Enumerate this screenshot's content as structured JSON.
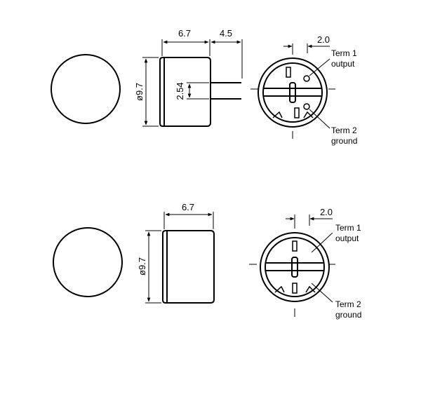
{
  "variant_with_pins": {
    "dim_body_length": "6.7",
    "dim_pin_length": "4.5",
    "dim_diameter": "ø9.7",
    "dim_pin_spacing": "2.54",
    "dim_terminal_offset": "2.0",
    "term1_label": "Term 1",
    "term1_sub": "output",
    "term2_label": "Term 2",
    "term2_sub": "ground"
  },
  "variant_no_pins": {
    "dim_body_length": "6.7",
    "dim_diameter": "ø9.7",
    "dim_terminal_offset": "2.0",
    "term1_label": "Term 1",
    "term1_sub": "output",
    "term2_label": "Term 2",
    "term2_sub": "ground"
  }
}
